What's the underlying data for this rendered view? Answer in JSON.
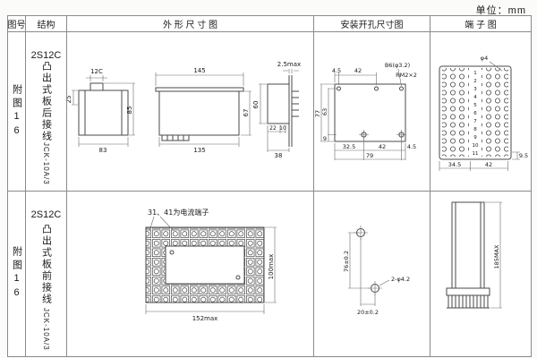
{
  "unit_label": "单位：mm",
  "headers": {
    "fig_no": "图号",
    "structure": "结构",
    "outline": "外 形 尺 寸 图",
    "mounting": "安装开孔尺寸图",
    "terminal": "端 子 图"
  },
  "row1": {
    "fig": "附图16",
    "type": "2S12C",
    "desc": "凸出式板后接线",
    "model": "JCK-10A/3",
    "outline": {
      "d12": "12C",
      "d25": "25",
      "d83": "83",
      "d85": "85",
      "d145": "145",
      "d135": "135",
      "d67": "67",
      "d25max": "2.5max",
      "d60": "60",
      "d22": "22",
      "d10": "10",
      "d38": "38"
    },
    "mounting": {
      "d45t": "4.5",
      "d42t": "42",
      "hole_label": "B6(φ3.2)",
      "screw_label": "RM2×2",
      "d77": "77",
      "d63": "63",
      "d9": "9",
      "d325": "32.5",
      "d42b": "42",
      "d45b": "4.5",
      "d79": "79"
    },
    "terminal": {
      "dphi4": "φ4",
      "d345": "34.5",
      "d42": "42",
      "d95": "9.5",
      "numbers": [
        "1",
        "2",
        "3",
        "4",
        "5",
        "6",
        "7",
        "8",
        "9",
        "10",
        "11"
      ]
    }
  },
  "row2": {
    "fig": "附图16",
    "type": "2S12C",
    "desc": "凸出式板前接线",
    "model": "JCK-10A/3",
    "outline": {
      "note": "31、41为电流端子",
      "d152": "152max",
      "d100": "100max"
    },
    "mounting": {
      "d76": "76±0.2",
      "hole_label": "2-φ4.2",
      "d20": "20±0.2"
    },
    "terminal": {
      "d185": "185MAX"
    }
  }
}
